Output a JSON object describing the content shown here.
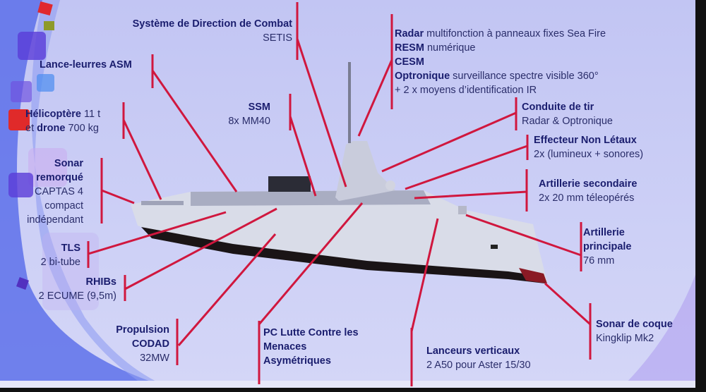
{
  "accent_color": "#d0173e",
  "labels": {
    "sdc": {
      "title": "Système de Direction de Combat",
      "sub": "SETIS"
    },
    "lance": {
      "title": "Lance-leurres ASM"
    },
    "helico": {
      "t1": "Hélicoptère",
      "v1": "11 t",
      "t2": "et",
      "b2": "drone",
      "v2": "700 kg"
    },
    "ssm": {
      "title": "SSM",
      "sub": "8x MM40"
    },
    "sonar_rem": {
      "t1": "Sonar",
      "t2": "remorqué",
      "s1": "CAPTAS 4",
      "s2": "compact",
      "s3": "indépendant"
    },
    "tls": {
      "title": "TLS",
      "sub": "2 bi-tube"
    },
    "rhibs": {
      "title": "RHIBs",
      "sub": "2 ECUME (9,5m)"
    },
    "propulsion": {
      "t1": "Propulsion",
      "t2": "CODAD",
      "sub": "32MW"
    },
    "pc": {
      "t1": "PC Lutte Contre les",
      "t2": "Menaces",
      "t3": "Asymétriques"
    },
    "lanceurs": {
      "title": "Lanceurs verticaux",
      "sub": "2 A50 pour Aster 15/30"
    },
    "sensors": {
      "radar_b": "Radar",
      "radar_n": "multifonction à panneaux fixes Sea Fire",
      "resm_b": "RESM",
      "resm_n": "numérique",
      "cesm_b": "CESM",
      "opt_b": "Optronique",
      "opt_n": "surveillance spectre visible 360°",
      "ir": "+ 2 x moyens d’identification IR"
    },
    "conduite": {
      "title": "Conduite de tir",
      "sub": "Radar & Optronique"
    },
    "effecteur": {
      "title": "Effecteur Non Létaux",
      "sub": "2x (lumineux + sonores)"
    },
    "art_sec": {
      "title": "Artillerie secondaire",
      "sub": "2x 20 mm téleopérés"
    },
    "art_princ": {
      "t1": "Artillerie",
      "t2": "principale",
      "sub": "76 mm"
    },
    "sonar_coque": {
      "title": "Sonar de coque",
      "sub": "Kingklip Mk2"
    }
  }
}
